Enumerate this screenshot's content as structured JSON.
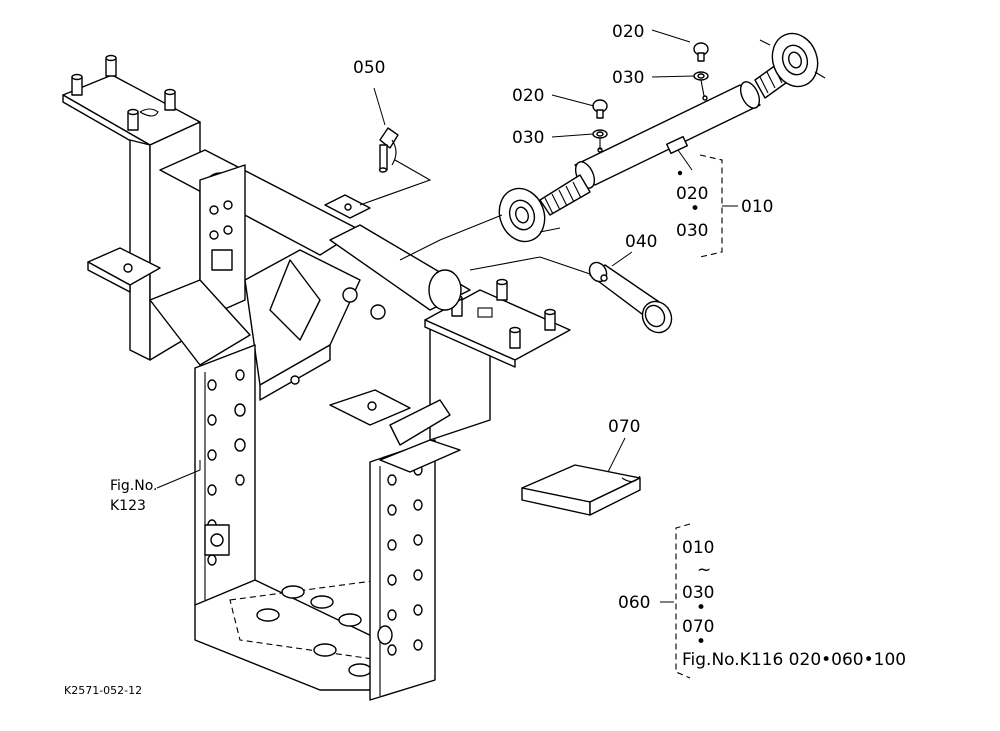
{
  "callouts": {
    "c020_top": "020",
    "c030_top": "030",
    "c020_left": "020",
    "c030_left": "030",
    "c050": "050",
    "c040": "040",
    "c070": "070",
    "c010": "010",
    "c060": "060"
  },
  "kit_010": {
    "line1": "020",
    "dot": "•",
    "line2": "030"
  },
  "kit_060": {
    "l1": "010",
    "tilde": "~",
    "l2": "030",
    "dot1": "•",
    "l3": "070",
    "dot2": "•",
    "l4": "Fig.No.K116  020•060•100"
  },
  "figref": {
    "line1": "Fig.No.",
    "line2": "K123"
  },
  "drawing_code": "K2571-052-12"
}
